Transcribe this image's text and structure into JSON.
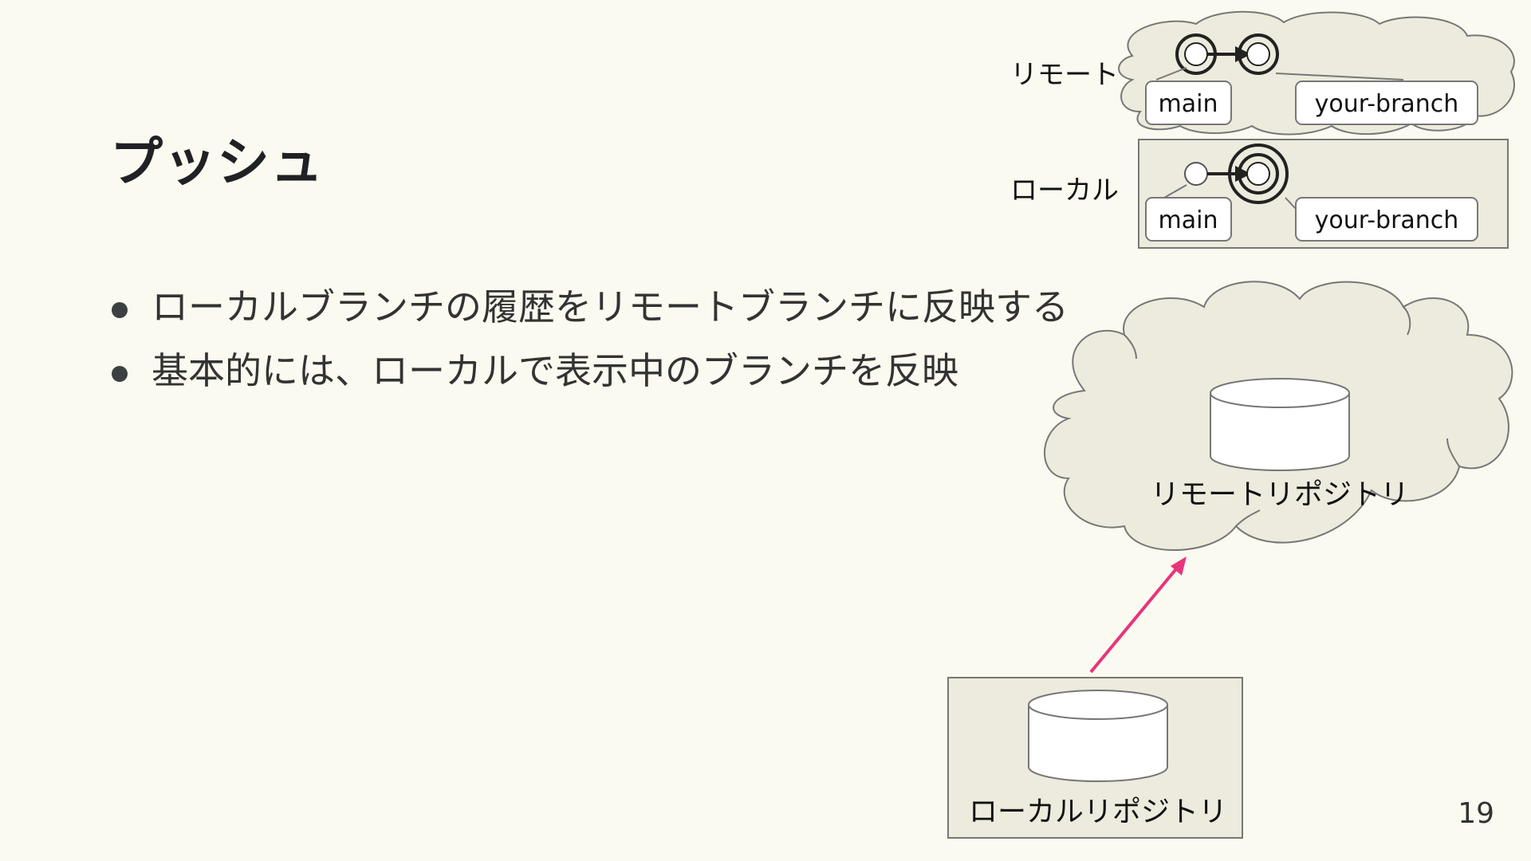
{
  "slide": {
    "title": "プッシュ",
    "bullets": [
      "ローカルブランチの履歴をリモートブランチに反映する",
      "基本的には、ローカルで表示中のブランチを反映"
    ],
    "page_number": "19"
  },
  "branch_diagram": {
    "remote_label": "リモート",
    "local_label": "ローカル",
    "remote_branches": [
      "main",
      "your-branch"
    ],
    "local_branches": [
      "main",
      "your-branch"
    ]
  },
  "repo_diagram": {
    "remote_repo_label": "リモートリポジトリ",
    "local_repo_label": "ローカルリポジトリ"
  },
  "colors": {
    "background": "#fafaf0",
    "cloud_fill": "#ecebdd",
    "arrow": "#e8347a"
  }
}
